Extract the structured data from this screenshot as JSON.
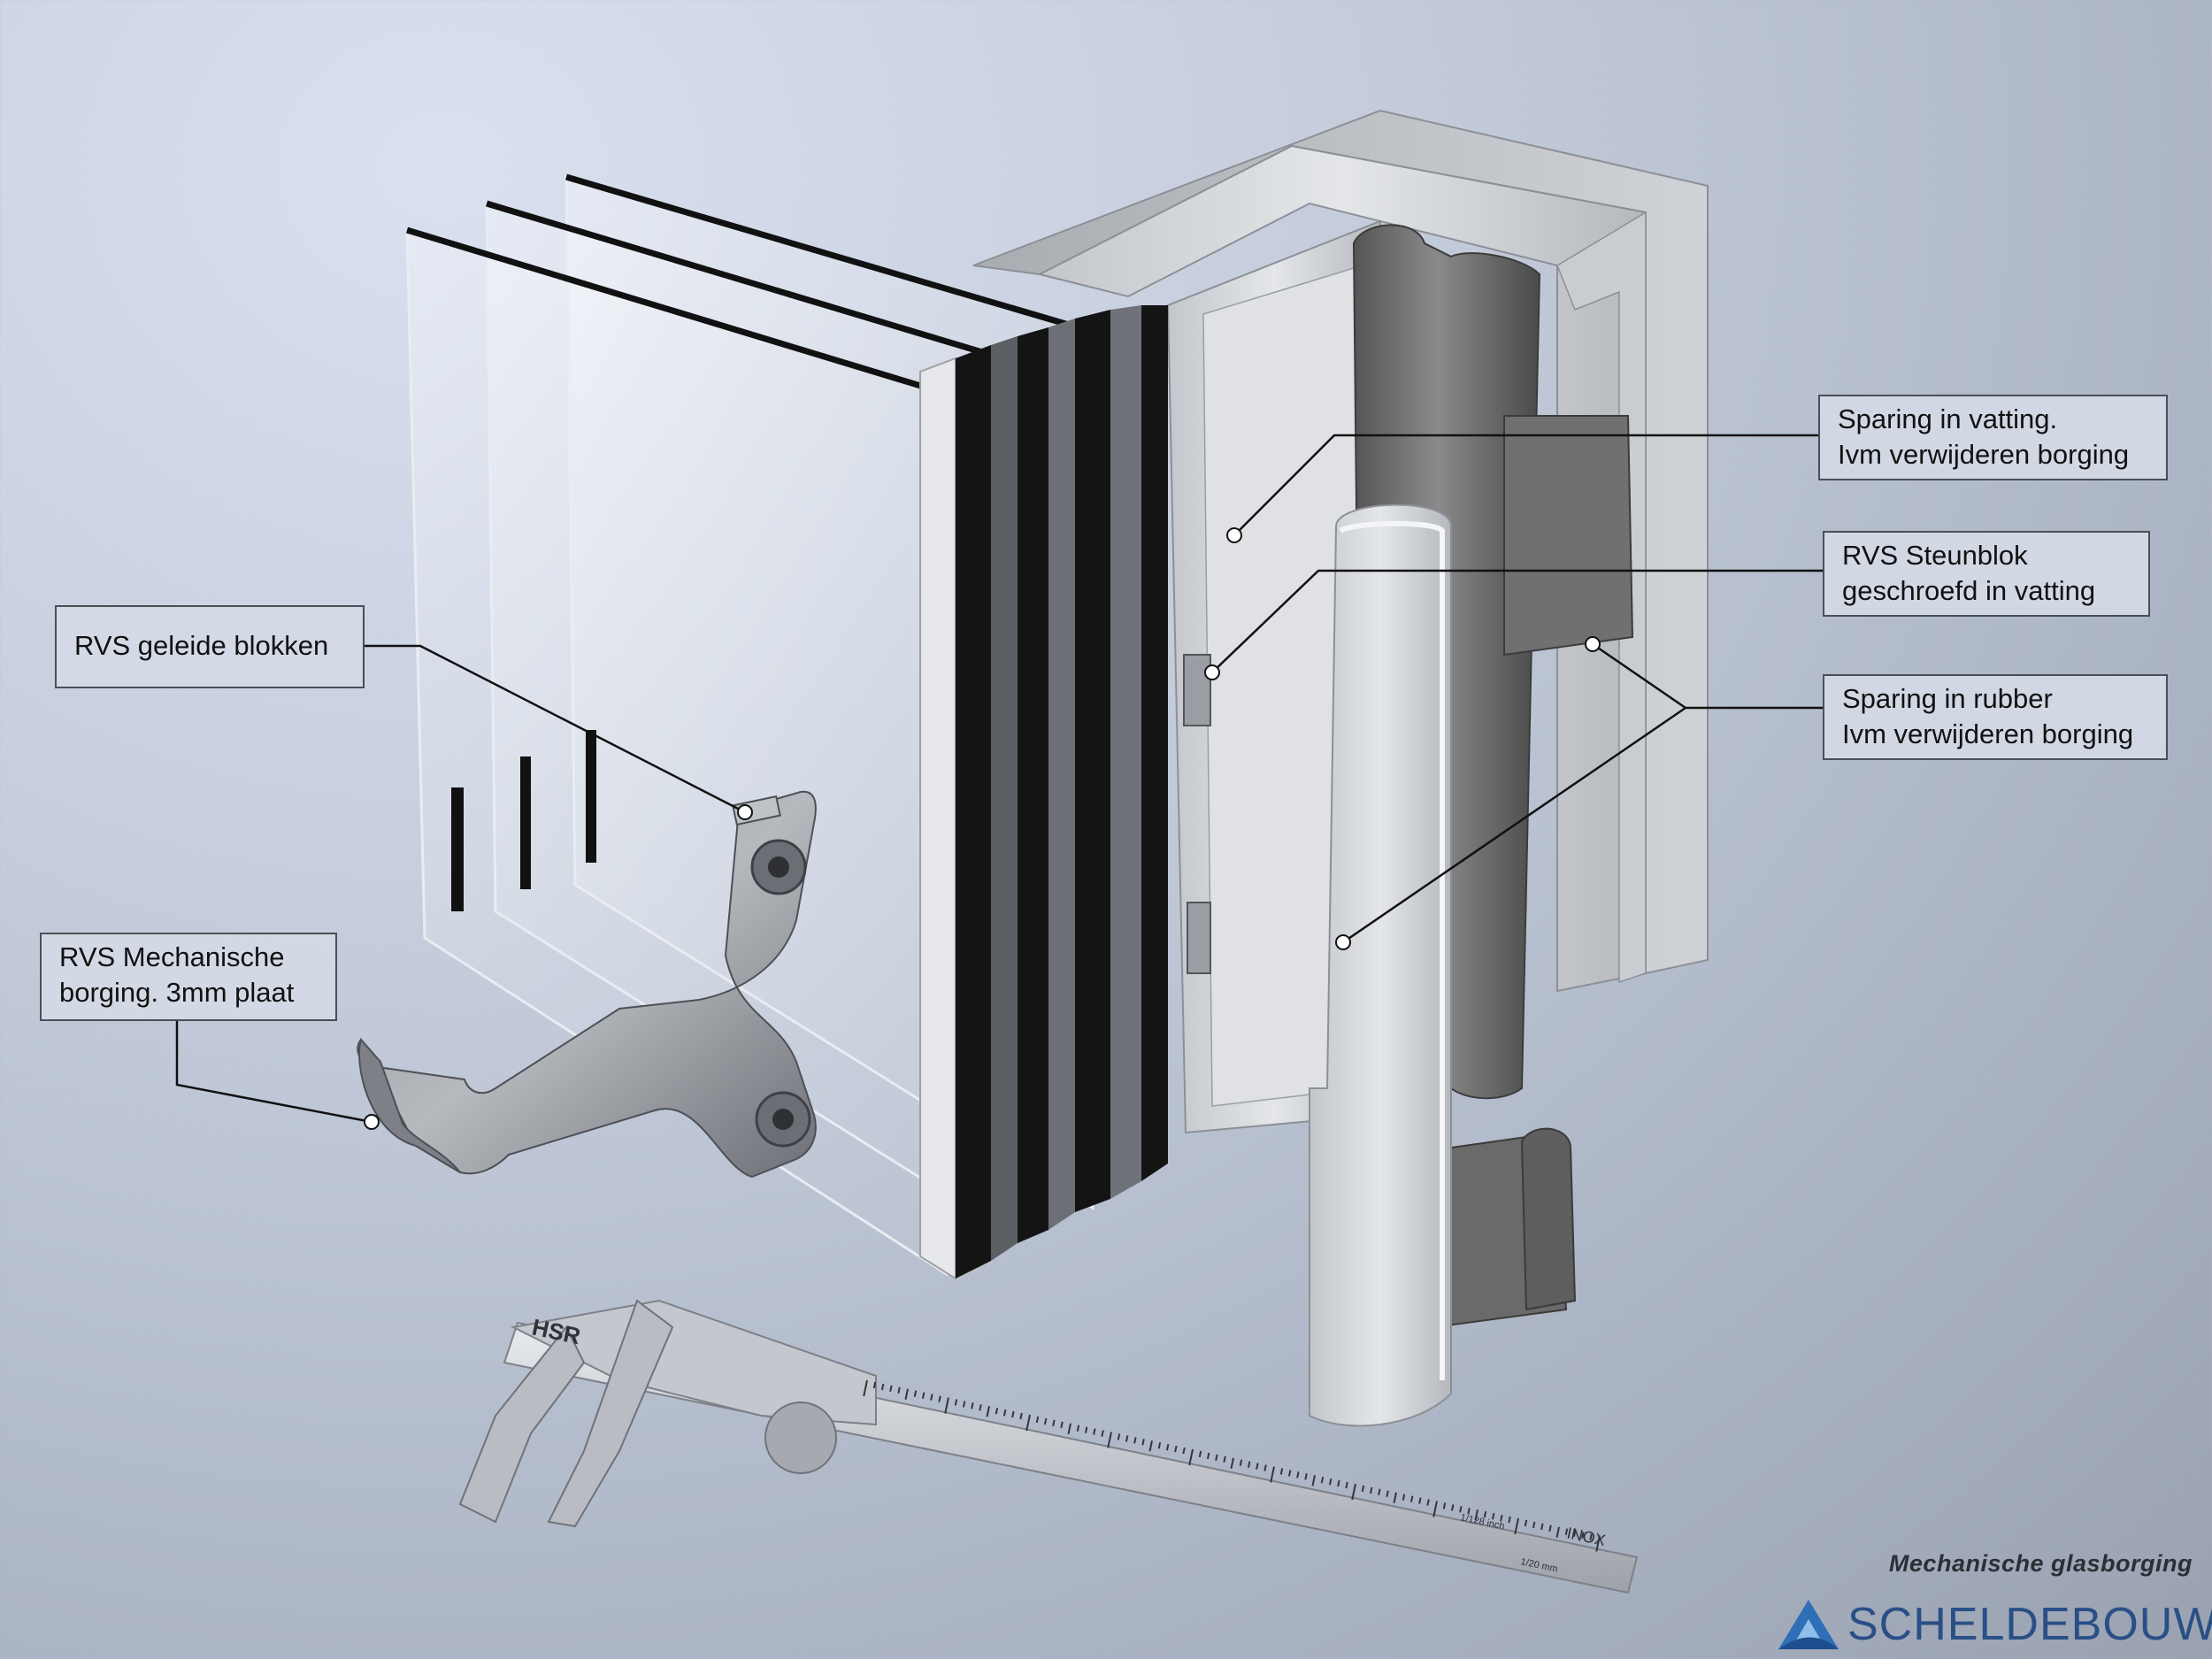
{
  "callouts": {
    "sparing_vatting": {
      "line1": "Sparing in vatting.",
      "line2": "Ivm verwijderen borging"
    },
    "steunblok": {
      "line1": "RVS Steunblok",
      "line2": "geschroefd in vatting"
    },
    "sparing_rubber": {
      "line1": "Sparing in rubber",
      "line2": "Ivm verwijderen borging"
    },
    "geleide_blokken": {
      "line1": "RVS geleide blokken"
    },
    "mechanische_borging": {
      "line1": "RVS Mechanische",
      "line2": "borging. 3mm plaat"
    }
  },
  "caliper": {
    "brand": "HSR",
    "material": "INOX",
    "unit_inch": "1/128 inch",
    "unit_mm": "1/20 mm"
  },
  "brand": {
    "caption": "Mechanische glasborging",
    "name": "SCHELDEBOUW"
  },
  "colors": {
    "frame": "#d6d8dc",
    "rubber": "#6e6e6e",
    "glass_edge": "#0d0d0d",
    "brand_blue": "#2a4f86"
  }
}
